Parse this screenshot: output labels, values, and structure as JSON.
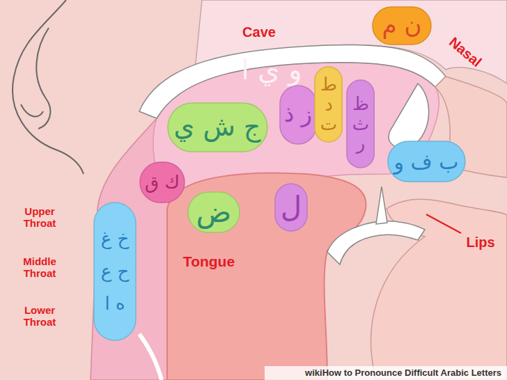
{
  "diagram": {
    "nodes": [
      {
        "text": [
          "ن م"
        ]
      },
      {
        "text": [
          "ج ش ي"
        ]
      },
      {
        "text": [
          "ز ذ"
        ]
      },
      {
        "text": [
          "ط د ت"
        ]
      },
      {
        "text": [
          "ظ ث ر"
        ]
      },
      {
        "text": [
          "ب ف و"
        ]
      },
      {
        "text": [
          "ك ق"
        ]
      },
      {
        "text": [
          "ض"
        ]
      },
      {
        "text": [
          "ل"
        ]
      },
      {
        "text": [
          "خ غ",
          "ح ع",
          "ه ا"
        ]
      }
    ],
    "labels": [
      "Cave",
      "Nasal",
      "و ي ا",
      "Tongue",
      "Lips",
      "Upper Throat",
      "Middle Throat",
      "Lower Throat",
      "wikiHow to Pronounce Difficult Arabic Letters"
    ]
  }
}
